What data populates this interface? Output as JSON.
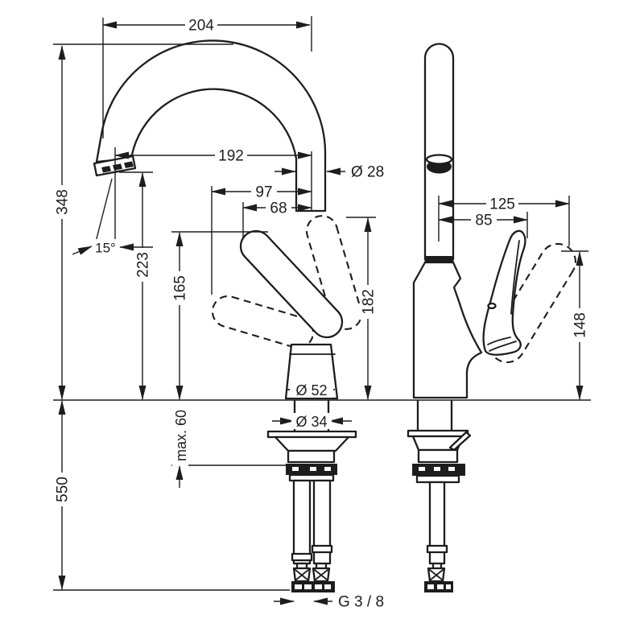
{
  "colors": {
    "line": "#1d1d1d",
    "background": "#ffffff"
  },
  "views": {
    "front": {
      "dims": {
        "spout_width": "204",
        "spout_reach": "192",
        "spout_diameter": "Ø 28",
        "handle_open_offset": "97",
        "handle_offset": "68",
        "total_height": "348",
        "outlet_height": "223",
        "handle_rest_height": "165",
        "outlet_angle": "15°",
        "handle_top_height": "182",
        "body_diameter": "Ø 52",
        "shank_diameter": "Ø 34",
        "deck_max_thickness": "max. 60",
        "below_deck_length": "550",
        "connection_thread": "G 3 / 8"
      }
    },
    "side": {
      "dims": {
        "handle_open_depth": "125",
        "handle_depth": "85",
        "handle_height": "148"
      }
    }
  }
}
